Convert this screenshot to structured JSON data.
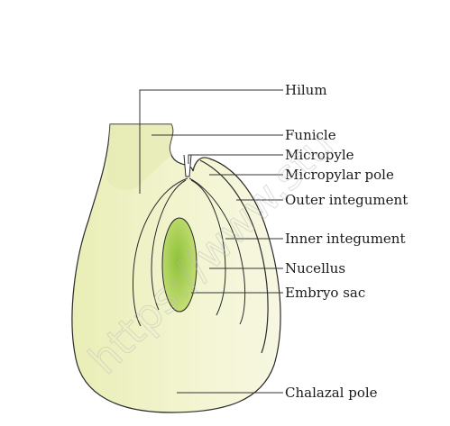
{
  "diagram": {
    "labels": {
      "hilum": "Hilum",
      "funicle": "Funicle",
      "micropyle": "Micropyle",
      "micropylar_pole": "Micropylar pole",
      "outer_integument": "Outer integument",
      "inner_integument": "Inner integument",
      "nucellus": "Nucellus",
      "embryo_sac": "Embryo sac",
      "chalazal_pole": "Chalazal pole"
    },
    "watermark": "https://www.stu",
    "colors": {
      "ovule_fill": "#eef1c4",
      "funicle_fill": "#e6ebb4",
      "embryo_sac_fill": "#a9d054",
      "outline": "#2a2a2a",
      "leader": "#333333"
    }
  }
}
